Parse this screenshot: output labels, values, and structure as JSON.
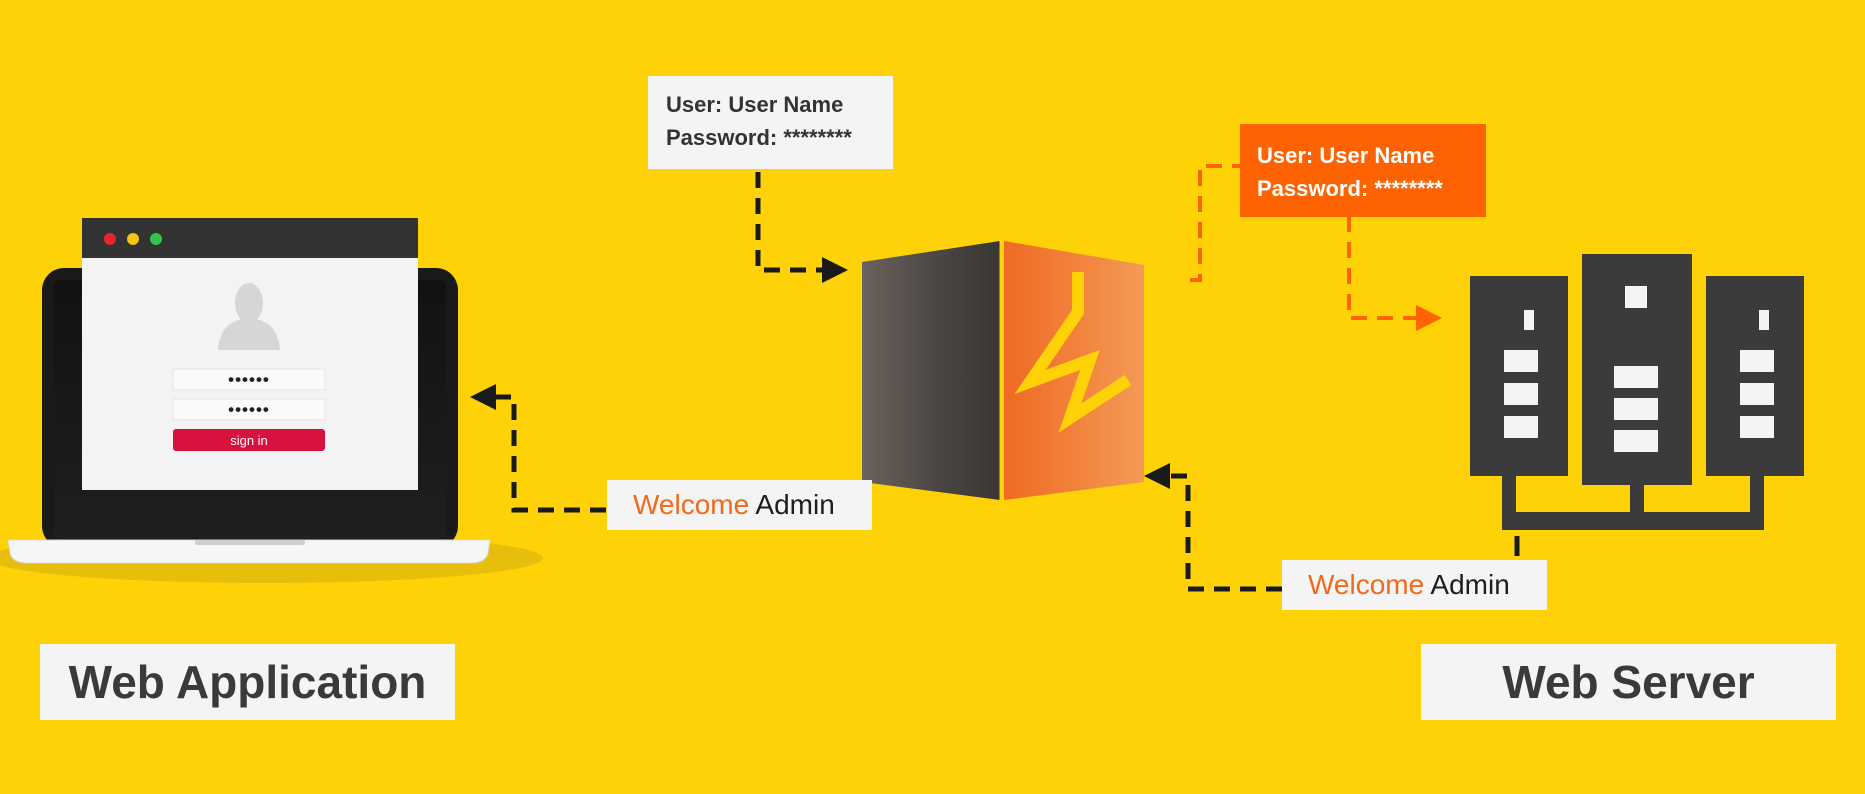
{
  "colors": {
    "background": "#FFD208",
    "accent_orange": "#FF6200",
    "welcome_orange": "#F06A1C",
    "dark_gray": "#3B3B3B",
    "signin_red": "#D7123E",
    "label_bg": "#F4F4F4"
  },
  "laptop": {
    "icon": "laptop-login-icon",
    "password_field_1": "••••••",
    "password_field_2": "••••••",
    "signin_label": "sign in"
  },
  "proxy": {
    "icon": "firewall-proxy-icon"
  },
  "server": {
    "icon": "server-rack-icon"
  },
  "request_client": {
    "user_line": "User: User Name",
    "password_line": "Password: ********"
  },
  "request_forwarded": {
    "user_line": "User: User Name",
    "password_line": "Password: ********"
  },
  "response_server": {
    "welcome_word": "Welcome",
    "name_word": "Admin"
  },
  "response_client": {
    "welcome_word": "Welcome",
    "name_word": "Admin"
  },
  "labels": {
    "web_application": "Web Application",
    "web_server": "Web Server"
  }
}
